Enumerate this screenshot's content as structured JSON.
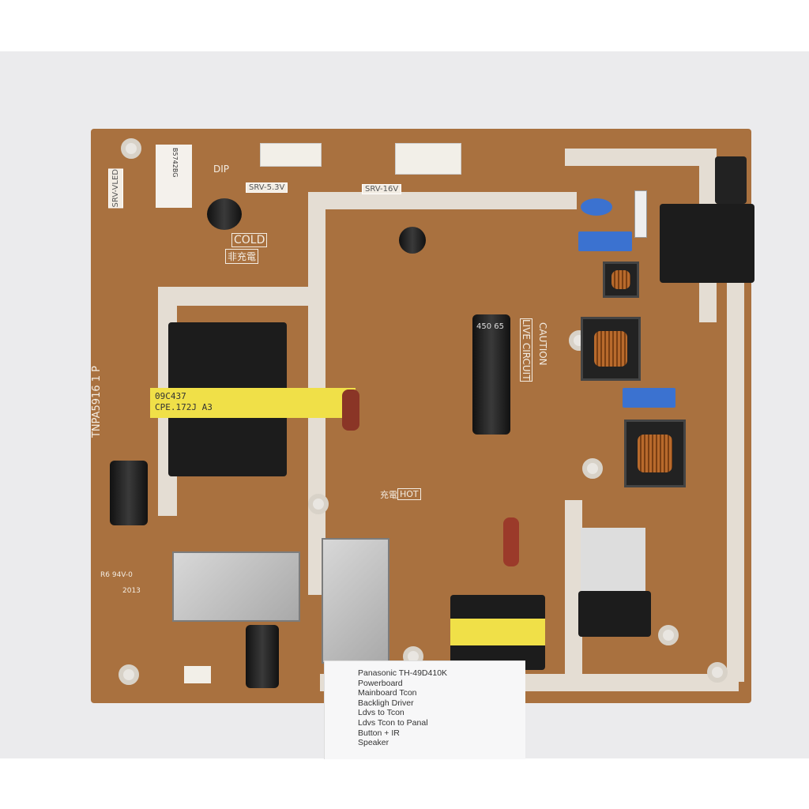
{
  "label": {
    "lines": [
      "Panasonic TH-49D410K",
      "Powerboard",
      "Mainboard Tcon",
      "Backligh Driver",
      "Ldvs to Tcon",
      "Ldvs Tcon to Panal",
      "Button + IR",
      "Speaker"
    ]
  },
  "board": {
    "part_number": "TNPA5916 1 P",
    "barcode_sticker": "B5742BG",
    "markings": {
      "srv_vled": "SRV-VLED",
      "srv_5v3": "SRV-5.3V",
      "srv_16v": "SRV-16V",
      "dip": "DIP",
      "cold": "COLD",
      "cold_jp": "非充電",
      "hot": "HOT",
      "hot_jp": "充電",
      "live_circuit": "LIVE CIRCUIT",
      "caution": "CAUTION",
      "transformer_label_1": "09C437",
      "transformer_label_2": "CPE.172J A3",
      "capacitor_label": "450 65",
      "ul_mark": "R6 94V-0",
      "date_code": "2013"
    }
  }
}
